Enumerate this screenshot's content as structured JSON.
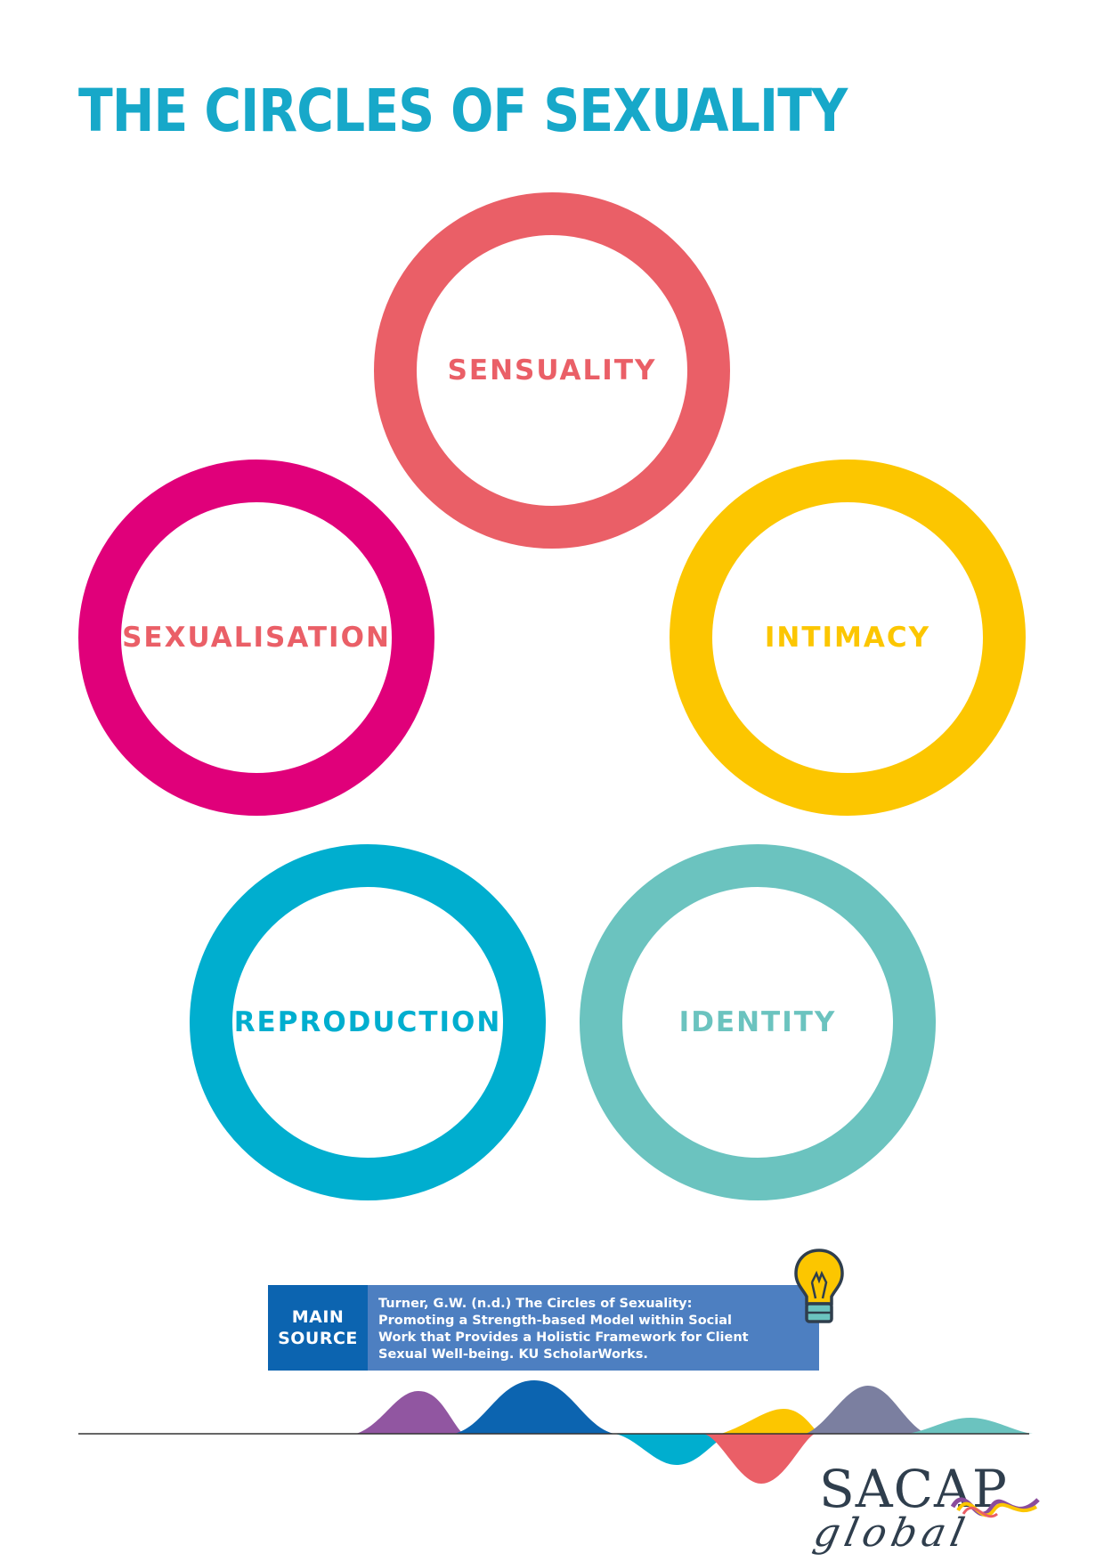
{
  "title": "THE CIRCLES OF SEXUALITY",
  "colors": {
    "title": "#17a8c9",
    "sensuality": "#ea5f67",
    "sexualisation_ring": "#e0007a",
    "sexualisation_text": "#ea5f67",
    "intimacy": "#fcc600",
    "reproduction": "#00aecf",
    "identity": "#6bc3bf",
    "source_label_bg": "#0c64b0",
    "source_text_bg": "#4d7fc1"
  },
  "circles": {
    "sensuality": "SENSUALITY",
    "sexualisation": "SEXUALISATION",
    "intimacy": "INTIMACY",
    "reproduction": "REPRODUCTION",
    "identity": "IDENTITY"
  },
  "source": {
    "label_line1": "MAIN",
    "label_line2": "SOURCE",
    "citation": "Turner, G.W. (n.d.) The Circles of Sexuality: Promoting a Strength-based Model within Social Work that Provides a Holistic Framework for Client Sexual Well-being. KU ScholarWorks."
  },
  "icons": {
    "source": "lightbulb-icon",
    "footer": "wave-graphic"
  },
  "logo": {
    "name": "SACAP",
    "sub": "global"
  }
}
